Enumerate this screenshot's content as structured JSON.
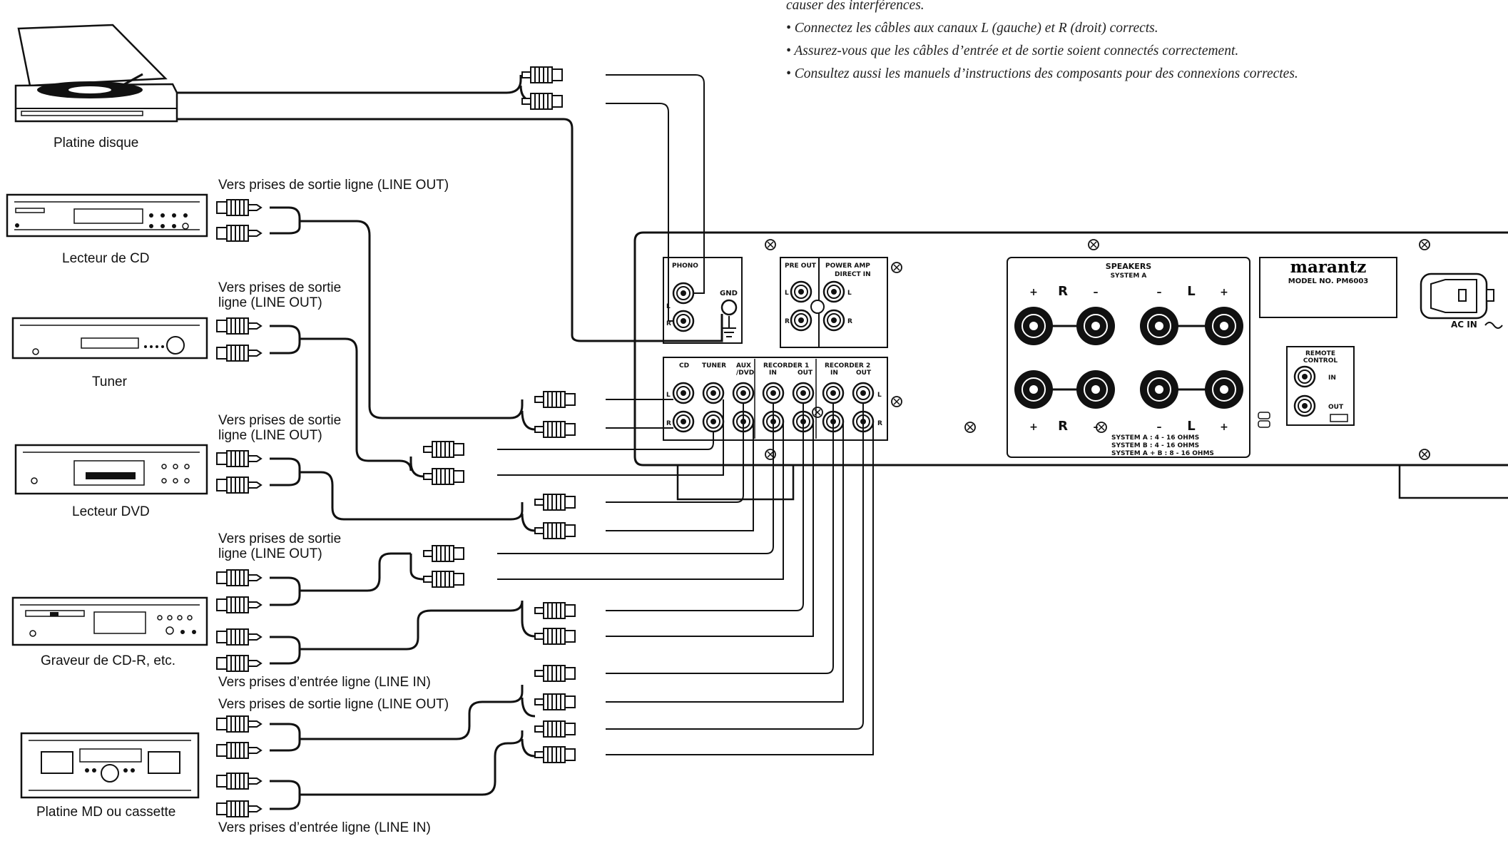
{
  "notes": [
    "causer des interférences.",
    "• Connectez les câbles aux canaux L (gauche) et R (droit) corrects.",
    "• Assurez-vous que les câbles d’entrée et de sortie soient connectés correctement.",
    "• Consultez aussi les manuels d’instructions des composants pour des connexions correctes."
  ],
  "devices": {
    "turntable": "Platine disque",
    "cd": "Lecteur de CD",
    "tuner": "Tuner",
    "dvd": "Lecteur DVD",
    "cdr": "Graveur de CD-R, etc.",
    "md": "Platine MD ou cassette"
  },
  "connector_labels": {
    "cd_out": "Vers prises de sortie ligne (LINE OUT)",
    "tuner_out": "Vers prises de sortie\nligne (LINE OUT)",
    "dvd_out": "Vers prises de sortie\nligne (LINE OUT)",
    "cdr_out": "Vers prises de sortie\nligne (LINE OUT)",
    "cdr_in": "Vers prises d’entrée ligne (LINE IN)",
    "md_out": "Vers prises de sortie ligne (LINE OUT)",
    "md_in": "Vers prises d’entrée ligne (LINE IN)"
  },
  "panel": {
    "phono": "PHONO",
    "gnd": "GND",
    "pre_out": "PRE OUT",
    "power_amp_1": "POWER AMP",
    "power_amp_2": "DIRECT IN",
    "inputs": [
      "CD",
      "TUNER",
      "AUX",
      "/DVD"
    ],
    "recorder1": "RECORDER 1",
    "recorder2": "RECORDER 2",
    "in": "IN",
    "out": "OUT",
    "L": "L",
    "R": "R",
    "speakers": "SPEAKERS",
    "system_a": "SYSTEM A",
    "plus": "+",
    "minus": "–",
    "sys_lines": [
      "SYSTEM  A       : 4 - 16 OHMS",
      "SYSTEM  B       : 4 - 16 OHMS",
      "SYSTEM  A + B  : 8 - 16 OHMS"
    ],
    "brand": "marantz",
    "model": "MODEL NO. PM6003",
    "remote_1": "REMOTE",
    "remote_2": "CONTROL",
    "remote_in": "IN",
    "remote_out": "OUT",
    "ac_in": "AC IN"
  }
}
